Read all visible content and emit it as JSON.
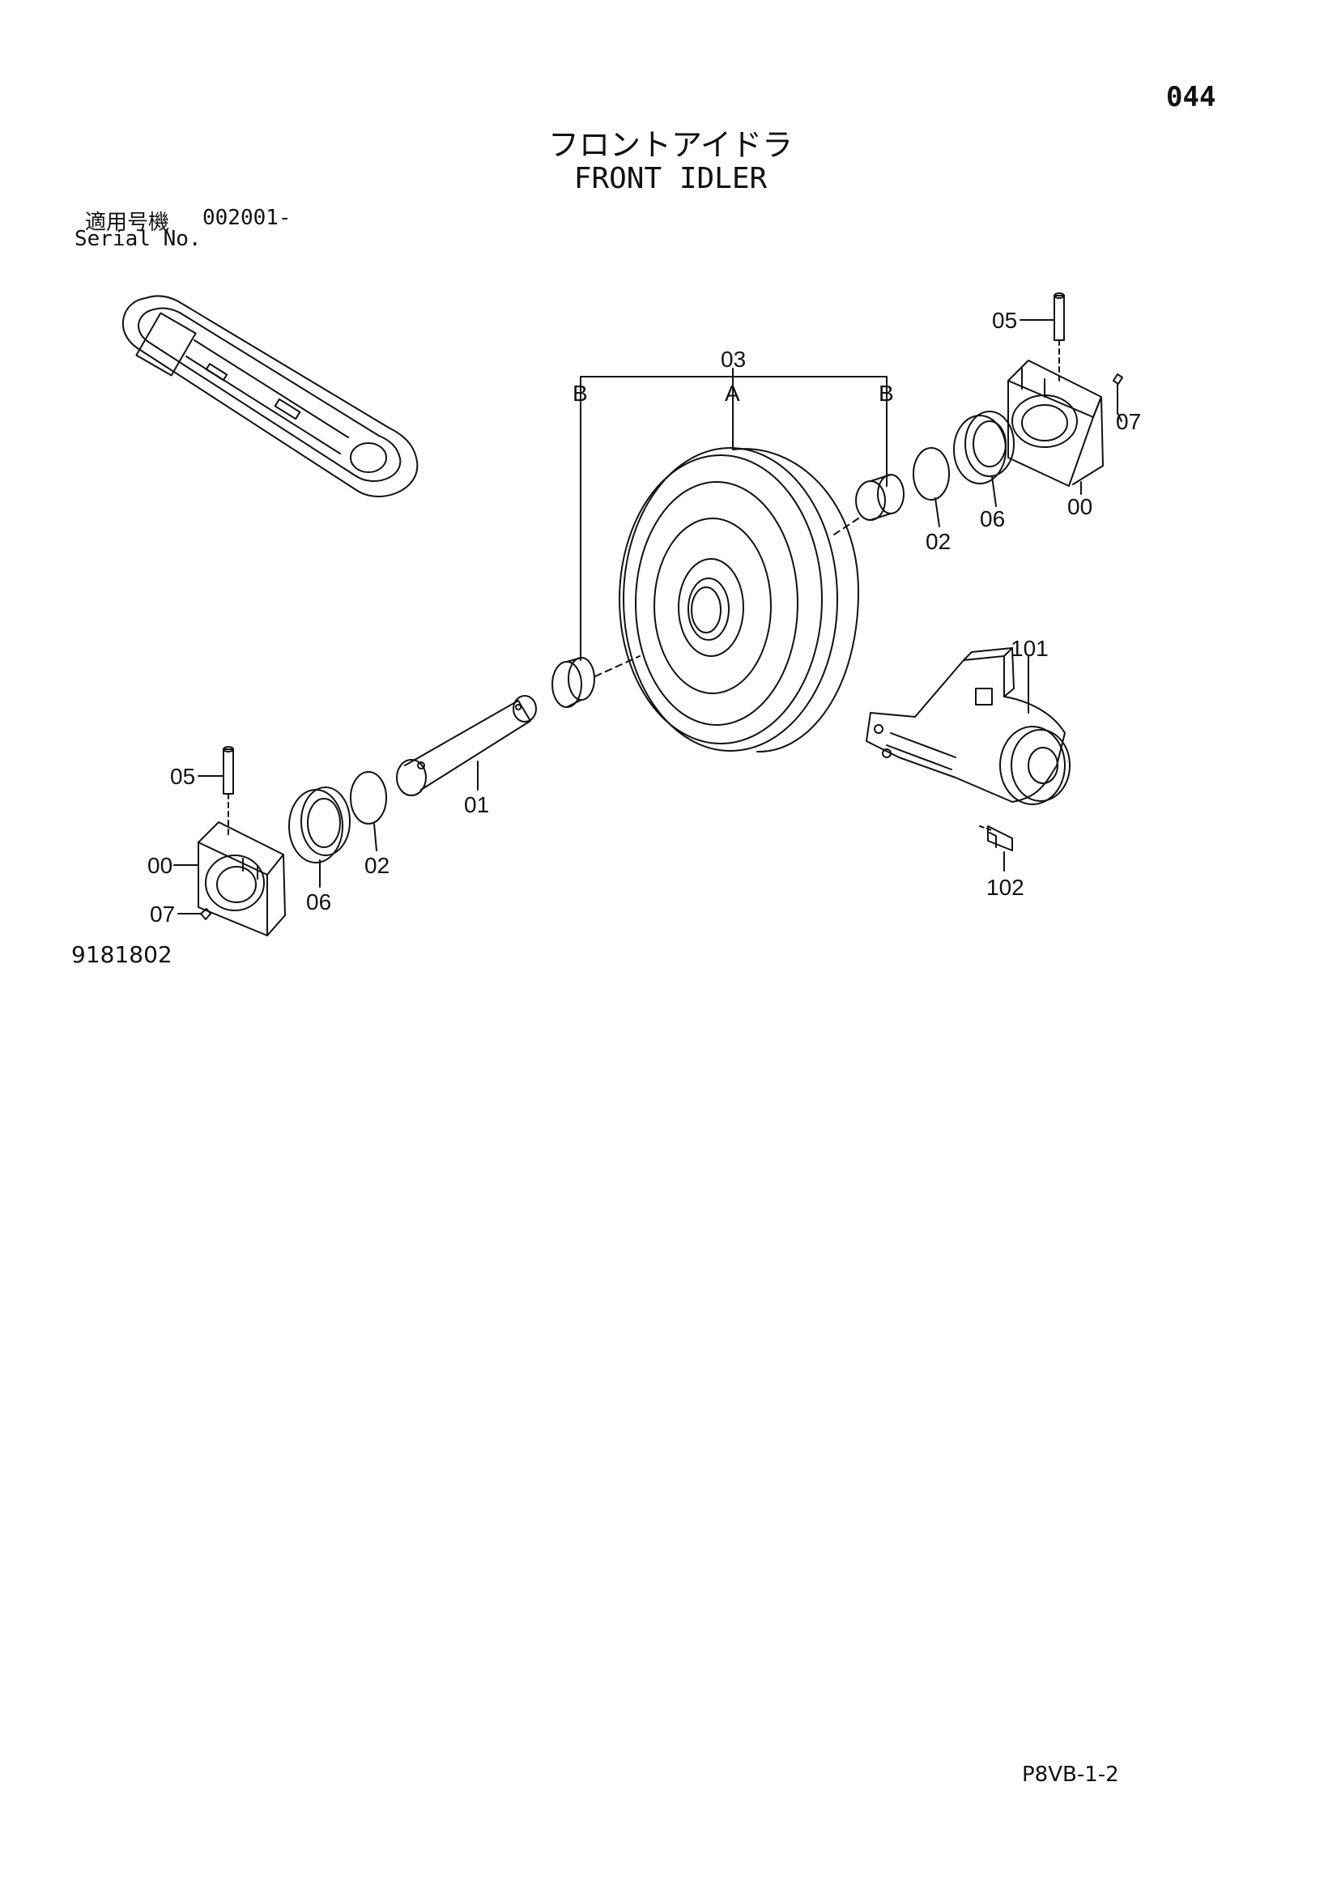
{
  "page_number": "044",
  "title_jp": "フロントアイドラ",
  "title_en": "FRONT IDLER",
  "serial": {
    "label_jp": "適用号機",
    "value": "002001-",
    "label_en": "Serial No."
  },
  "drawing_number": "9181802",
  "doc_code": "P8VB-1-2",
  "callouts": {
    "c03": "03",
    "cA": "A",
    "cB_left": "B",
    "cB_right": "B",
    "c05_top": "05",
    "c07_top": "07",
    "c00_top": "00",
    "c06_top": "06",
    "c02_top": "02",
    "c101": "101",
    "c102": "102",
    "c05_bottom": "05",
    "c01": "01",
    "c02_bottom": "02",
    "c00_bottom": "00",
    "c06_bottom": "06",
    "c07_bottom": "07"
  }
}
